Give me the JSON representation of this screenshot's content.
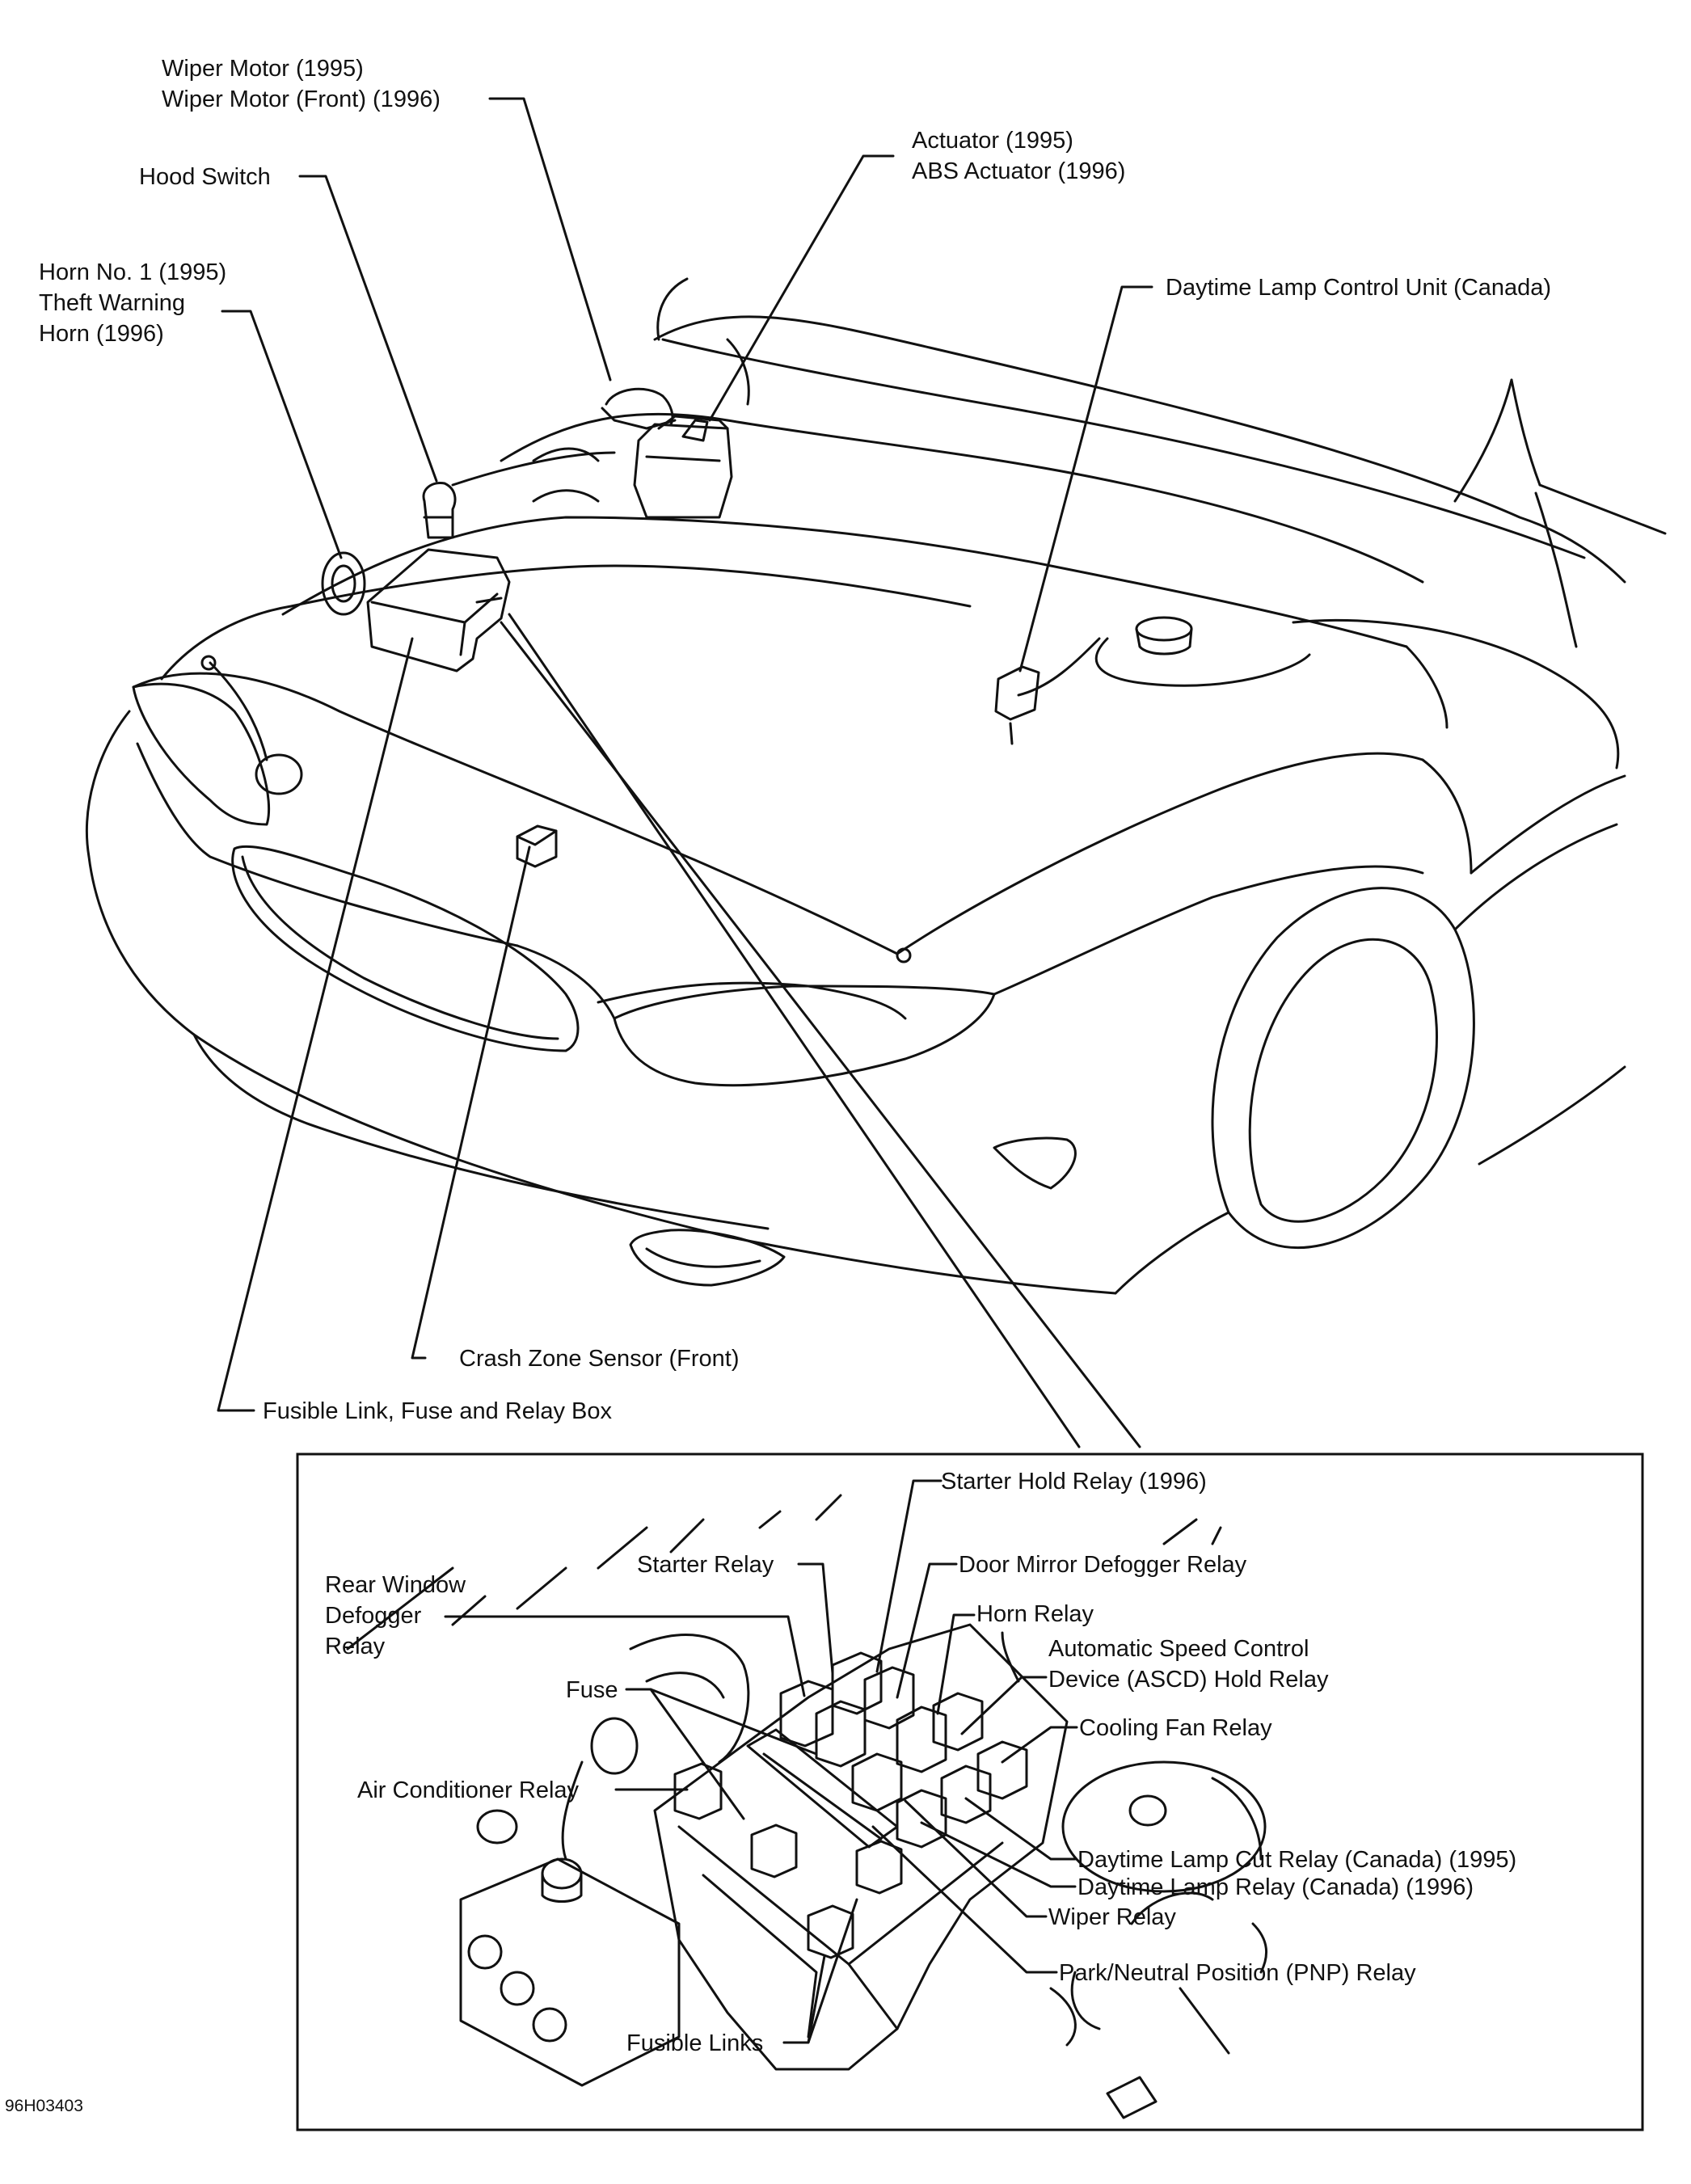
{
  "diagram_code": "96H03403",
  "labels": {
    "wiper_motor": [
      "Wiper Motor (1995)",
      "Wiper Motor (Front) (1996)"
    ],
    "hood_switch": [
      "Hood Switch"
    ],
    "actuator": [
      "Actuator (1995)",
      "ABS Actuator (1996)"
    ],
    "horn": [
      "Horn No. 1 (1995)",
      "Theft Warning",
      "Horn (1996)"
    ],
    "daytime_lamp_control": [
      "Daytime Lamp Control Unit (Canada)"
    ],
    "crash_zone_sensor": [
      "Crash Zone Sensor (Front)"
    ],
    "fuse_box": [
      "Fusible Link, Fuse and Relay Box"
    ]
  },
  "inset_labels": {
    "starter_hold_relay": [
      "Starter Hold Relay (1996)"
    ],
    "starter_relay": [
      "Starter Relay"
    ],
    "door_mirror_defogger": [
      "Door Mirror Defogger Relay"
    ],
    "rear_window_defogger": [
      "Rear Window",
      "Defogger",
      "Relay"
    ],
    "horn_relay": [
      "Horn Relay"
    ],
    "ascd_hold_relay": [
      "Automatic Speed Control",
      "Device (ASCD) Hold Relay"
    ],
    "fuse": [
      "Fuse"
    ],
    "cooling_fan_relay": [
      "Cooling Fan Relay"
    ],
    "ac_relay": [
      "Air Conditioner Relay"
    ],
    "daytime_lamp_cut": [
      "Daytime Lamp Cut Relay (Canada) (1995)"
    ],
    "daytime_lamp_relay": [
      "Daytime Lamp Relay (Canada) (1996)"
    ],
    "wiper_relay": [
      "Wiper Relay"
    ],
    "pnp_relay": [
      "Park/Neutral Position (PNP) Relay"
    ],
    "fusible_links": [
      "Fusible Links"
    ]
  }
}
